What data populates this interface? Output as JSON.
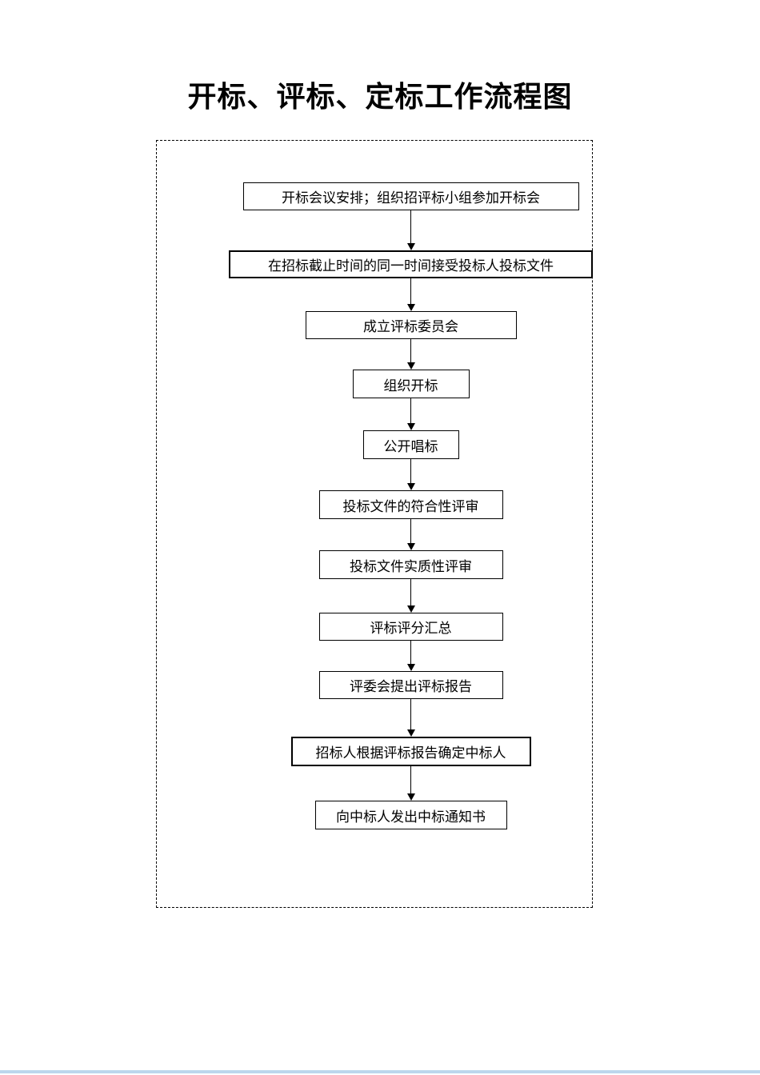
{
  "page": {
    "title": "开标、评标、定标工作流程图"
  },
  "flow": {
    "steps": [
      {
        "label": "开标会议安排；组织招评标小组参加开标会"
      },
      {
        "label": "在招标截止时间的同一时间接受投标人投标文件"
      },
      {
        "label": "成立评标委员会"
      },
      {
        "label": "组织开标"
      },
      {
        "label": "公开唱标"
      },
      {
        "label": "投标文件的符合性评审"
      },
      {
        "label": "投标文件实质性评审"
      },
      {
        "label": "评标评分汇总"
      },
      {
        "label": "评委会提出评标报告"
      },
      {
        "label": "招标人根据评标报告确定中标人"
      },
      {
        "label": "向中标人发出中标通知书"
      }
    ]
  }
}
